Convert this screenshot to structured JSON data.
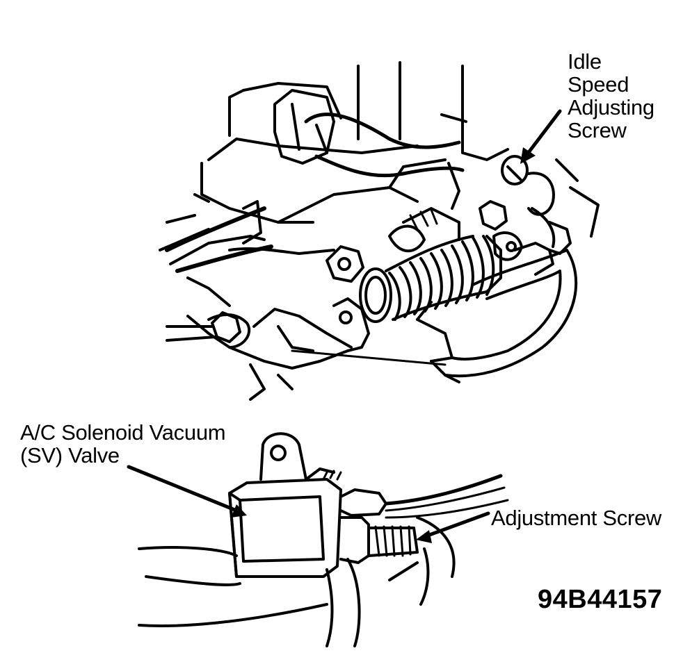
{
  "labels": {
    "idle_speed_screw": [
      "Idle",
      "Speed",
      "Adjusting",
      "Screw"
    ],
    "solenoid_valve": [
      "A/C Solenoid Vacuum",
      "(SV) Valve"
    ],
    "adjustment_screw": "Adjustment Screw",
    "figure_code": "94B44157"
  },
  "colors": {
    "ink": "#000000",
    "paper": "#ffffff"
  }
}
